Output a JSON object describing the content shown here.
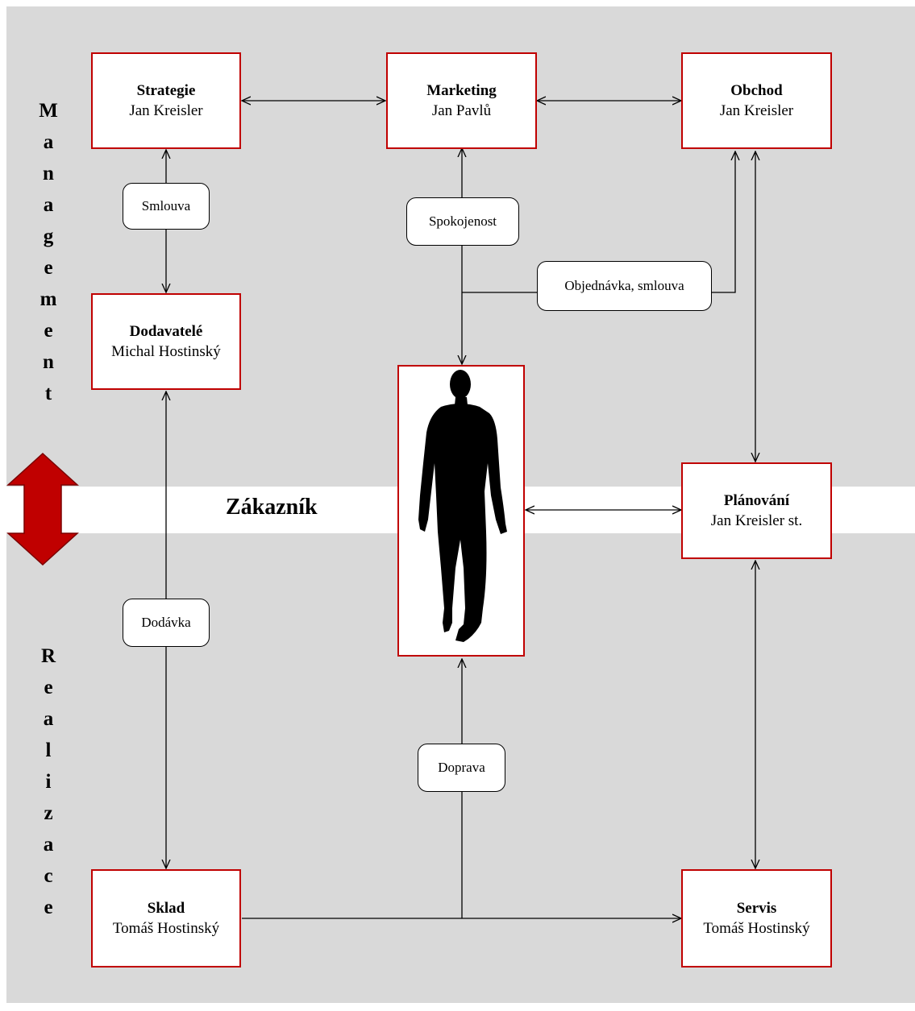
{
  "side_labels": {
    "management": "Management",
    "realizace": "Realizace"
  },
  "band_label": "Zákazník",
  "nodes": {
    "strategie": {
      "title": "Strategie",
      "person": "Jan Kreisler"
    },
    "marketing": {
      "title": "Marketing",
      "person": "Jan Pavlů"
    },
    "obchod": {
      "title": "Obchod",
      "person": "Jan Kreisler"
    },
    "dodavatele": {
      "title": "Dodavatelé",
      "person": "Michal Hostinský"
    },
    "planovani": {
      "title": "Plánování",
      "person": "Jan Kreisler st."
    },
    "sklad": {
      "title": "Sklad",
      "person": "Tomáš Hostinský"
    },
    "servis": {
      "title": "Servis",
      "person": "Tomáš Hostinský"
    }
  },
  "edge_labels": {
    "smlouva": "Smlouva",
    "spokojenost": "Spokojenost",
    "objednavka": "Objednávka, smlouva",
    "dodavka": "Dodávka",
    "doprava": "Doprava"
  },
  "colors": {
    "background_band": "#d9d9d9",
    "box_border": "#c00000",
    "double_arrow": "#c00000"
  },
  "icons": {
    "customer": "person-silhouette-icon",
    "band_arrow": "double-arrow-vertical-icon"
  }
}
